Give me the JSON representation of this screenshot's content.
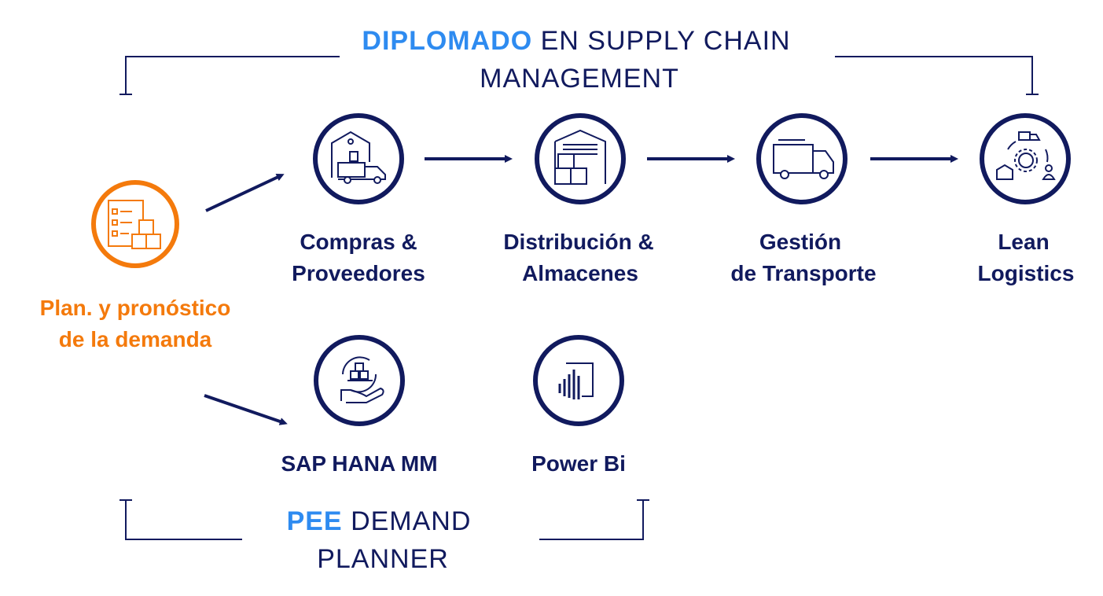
{
  "header": {
    "highlight": "DIPLOMADO",
    "rest_line1": " EN SUPPLY CHAIN",
    "line2": "MANAGEMENT"
  },
  "start_node": {
    "line1": "Plan. y pronóstico",
    "line2": "de la demanda",
    "icon": "checklist-boxes-icon"
  },
  "top_nodes": [
    {
      "line1": "Compras &",
      "line2": "Proveedores",
      "icon": "warehouse-truck-icon"
    },
    {
      "line1": "Distribución &",
      "line2": "Almacenes",
      "icon": "warehouse-boxes-icon"
    },
    {
      "line1": "Gestión",
      "line2": "de Transporte",
      "icon": "truck-icon"
    },
    {
      "line1": "Lean",
      "line2": "Logistics",
      "icon": "logistics-gear-icon"
    }
  ],
  "bottom_nodes": [
    {
      "label": "SAP HANA MM",
      "icon": "hand-boxes-cycle-icon"
    },
    {
      "label": "Power Bi",
      "icon": "power-bi-icon"
    }
  ],
  "footer": {
    "highlight": "PEE",
    "rest_line1": " DEMAND",
    "line2": "PLANNER"
  },
  "colors": {
    "navy": "#111a5e",
    "blue": "#2e8bf0",
    "orange": "#f47a0c"
  }
}
